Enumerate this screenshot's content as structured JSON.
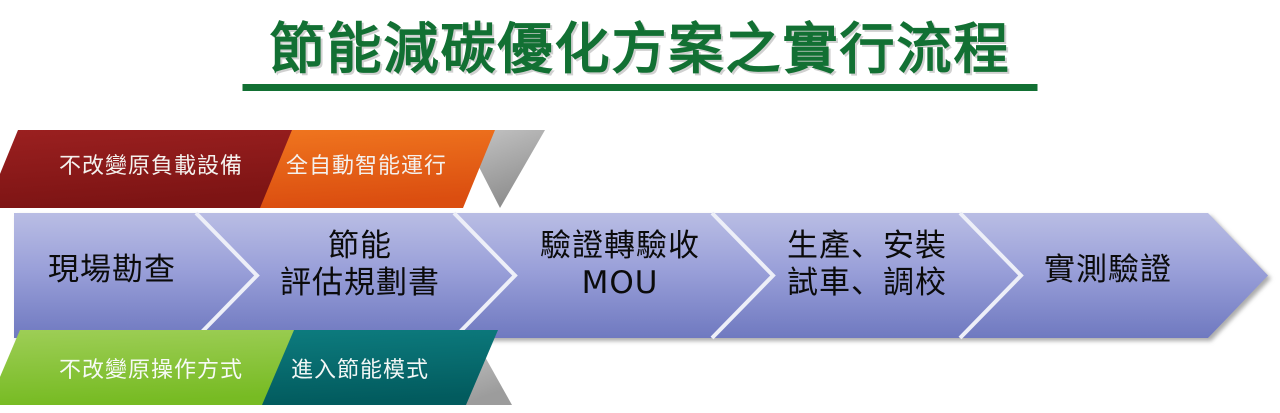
{
  "title": {
    "text": "節能減碳優化方案之實行流程",
    "color": "#127033",
    "underline_color": "#127033"
  },
  "top_banner": {
    "segments": [
      {
        "label": "不改變原負載設備",
        "color": "#8f1a1a",
        "text_color": "#f4f1ee"
      },
      {
        "label": "全自動智能運行",
        "color": "#e8601c",
        "text_color": "#fbf3ee"
      }
    ],
    "tail_color": "#9b9b9b"
  },
  "bottom_banner": {
    "segments": [
      {
        "label": "不改變原操作方式",
        "color": "#8dc63f",
        "text_color": "#f7faf6"
      },
      {
        "label": "進入節能模式",
        "color": "#066a6e",
        "text_color": "#f2f7f6"
      }
    ],
    "tail_color": "#a6a6a6"
  },
  "process": {
    "accent_color": "#7b85c8",
    "divider_color": "#eef0f8",
    "steps": [
      {
        "id": "step-1",
        "lines": [
          "現場勘查"
        ]
      },
      {
        "id": "step-2",
        "lines": [
          "節能",
          "評估規劃書"
        ]
      },
      {
        "id": "step-3",
        "lines": [
          "驗證轉驗收",
          "MOU"
        ]
      },
      {
        "id": "step-4",
        "lines": [
          "生產、安裝",
          "試車、調校"
        ]
      },
      {
        "id": "step-5",
        "lines": [
          "實測驗證"
        ]
      }
    ]
  }
}
